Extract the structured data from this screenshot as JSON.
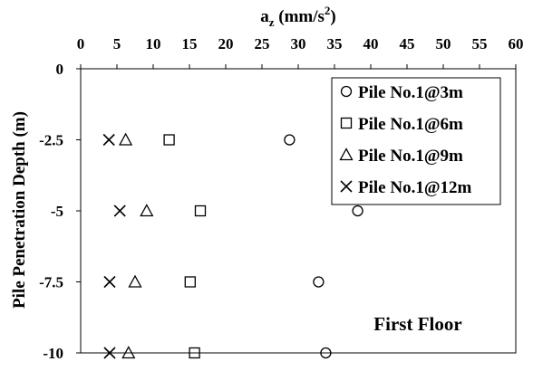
{
  "chart_data": {
    "type": "scatter",
    "title": "",
    "xlabel_main": "a",
    "xlabel_sub": "z",
    "xlabel_rest": " (mm/s",
    "xlabel_sup": "2",
    "xlabel_end": ")",
    "ylabel": "Pile Penetration Depth (m)",
    "annotation": "First Floor",
    "xlim": [
      0,
      60
    ],
    "ylim": [
      -10,
      0
    ],
    "x_ticks": [
      0,
      5,
      10,
      15,
      20,
      25,
      30,
      35,
      40,
      45,
      50,
      55,
      60
    ],
    "x_tick_labels": [
      "0",
      "5",
      "10",
      "15",
      "20",
      "25",
      "30",
      "35",
      "40",
      "45",
      "50",
      "55",
      "60"
    ],
    "y_ticks": [
      0,
      -2.5,
      -5,
      -7.5,
      -10
    ],
    "y_tick_labels": [
      "0",
      "-2.5",
      "-5",
      "-7.5",
      "-10"
    ],
    "x_axis_position": "top",
    "grid": false,
    "legend_position": "top-right",
    "series": [
      {
        "name": "Pile No.1@3m",
        "marker": "circle",
        "color": "#000000",
        "points": [
          [
            28.8,
            -2.5
          ],
          [
            38.2,
            -5
          ],
          [
            32.8,
            -7.5
          ],
          [
            33.8,
            -10
          ]
        ]
      },
      {
        "name": "Pile No.1@6m",
        "marker": "square",
        "color": "#000000",
        "points": [
          [
            12.2,
            -2.5
          ],
          [
            16.5,
            -5
          ],
          [
            15.1,
            -7.5
          ],
          [
            15.7,
            -10
          ]
        ]
      },
      {
        "name": "Pile No.1@9m",
        "marker": "triangle",
        "color": "#000000",
        "points": [
          [
            6.2,
            -2.5
          ],
          [
            9.1,
            -5
          ],
          [
            7.5,
            -7.5
          ],
          [
            6.6,
            -10
          ]
        ]
      },
      {
        "name": "Pile No.1@12m",
        "marker": "x",
        "color": "#000000",
        "points": [
          [
            3.9,
            -2.5
          ],
          [
            5.4,
            -5
          ],
          [
            4.0,
            -7.5
          ],
          [
            4.0,
            -10
          ]
        ]
      }
    ]
  }
}
